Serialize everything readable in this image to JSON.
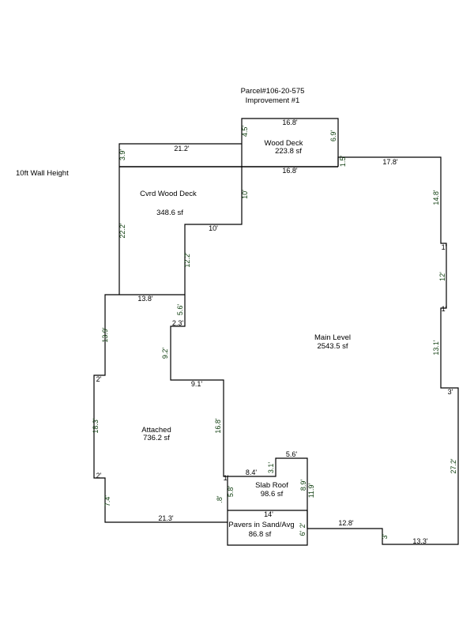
{
  "header": {
    "parcel": "Parcel#106-20-575",
    "improvement": "Improvement #1"
  },
  "note": "10ft Wall Height",
  "areas": {
    "wood_deck": {
      "name": "Wood Deck",
      "sf": "223.8 sf"
    },
    "cvrd_deck": {
      "name": "Cvrd Wood Deck",
      "sf": "348.6 sf"
    },
    "main": {
      "name": "Main Level",
      "sf": "2543.5 sf"
    },
    "attached": {
      "name": "Attached",
      "sf": "736.2 sf"
    },
    "slab": {
      "name": "Slab Roof",
      "sf": "98.6 sf"
    },
    "pavers": {
      "name": "Pavers in Sand/Avg",
      "sf": "86.8 sf"
    }
  },
  "dims": {
    "d_16_8_top": "16.8'",
    "d_4_5": "4.5'",
    "d_6_9": "6.9'",
    "d_21_2": "21.2'",
    "d_3_9": "3.9'",
    "d_16_8_mid": "16.8'",
    "d_1_5": "1.5'",
    "d_17_8": "17.8'",
    "d_10v": "10'",
    "d_10h": "10'",
    "d_22_2": "22.2'",
    "d_12_2": "12.2'",
    "d_14_8": "14.8'",
    "d_1a": "1'",
    "d_12": "12'",
    "d_1b": "1'",
    "d_13_8": "13.8'",
    "d_5_6": "5.6'",
    "d_2_3": "2.3'",
    "d_13_9": "13.9'",
    "d_9_2": "9.2'",
    "d_13_1": "13.1'",
    "d_9_1": "9.1'",
    "d_2a": "2'",
    "d_3": "3'",
    "d_18_3": "18.3'",
    "d_16_8_v": "16.8'",
    "d_27_2": "27.2'",
    "d_5_6b": "5.6'",
    "d_3_1": "3.1'",
    "d_8_4": "8.4'",
    "d_1": "1'",
    "d_2b": "2'",
    "d_5_8": "5.8'",
    "d_8_9": "8.9'",
    "d_11_9": "11.9'",
    "d_8": ".8'",
    "d_7_4": "7.4'",
    "d_14": "14'",
    "d_21_3": "21.3'",
    "d_2": "2'",
    "d_6": "6'",
    "d_12_8": "12.8'",
    "d_3b": "3'",
    "d_13_3": "13.3'"
  }
}
